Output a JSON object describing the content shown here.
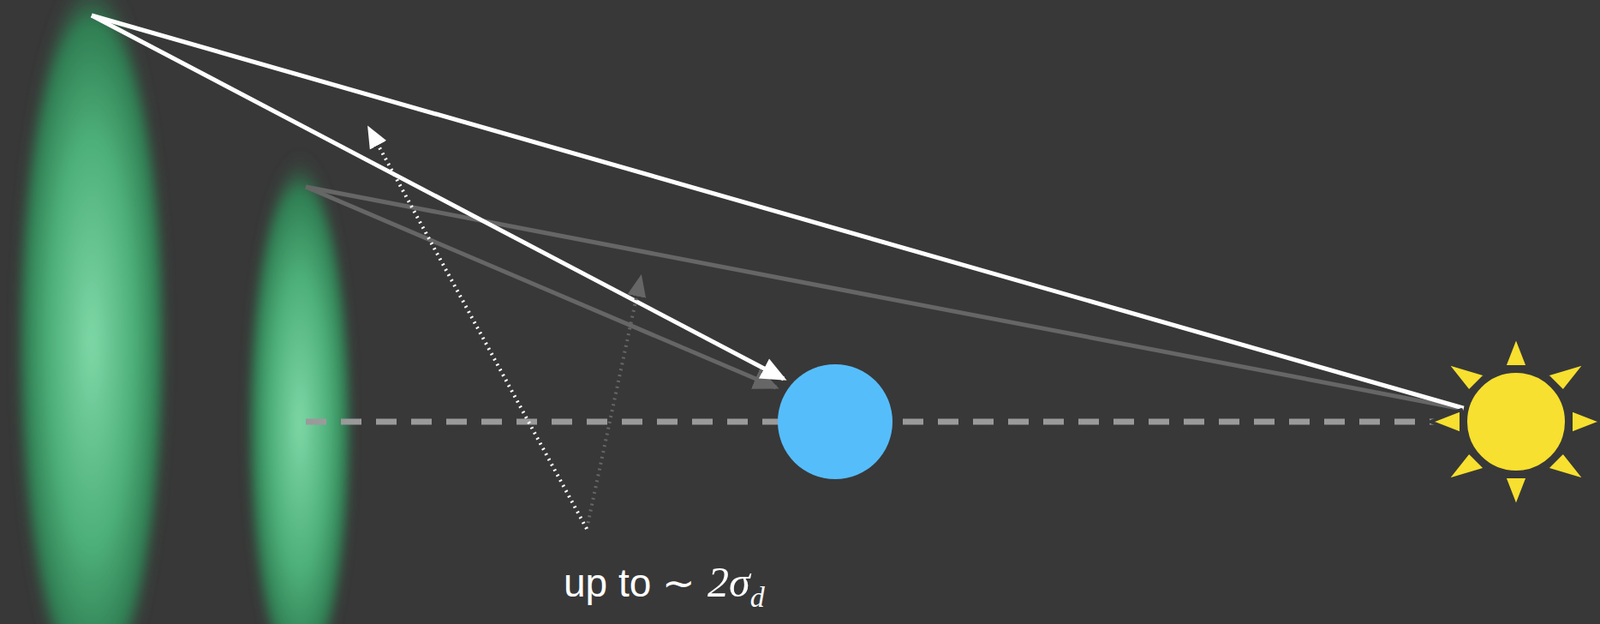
{
  "diagram": {
    "labels": [
      "up to ∼",
      "2σ",
      "d"
    ]
  }
}
